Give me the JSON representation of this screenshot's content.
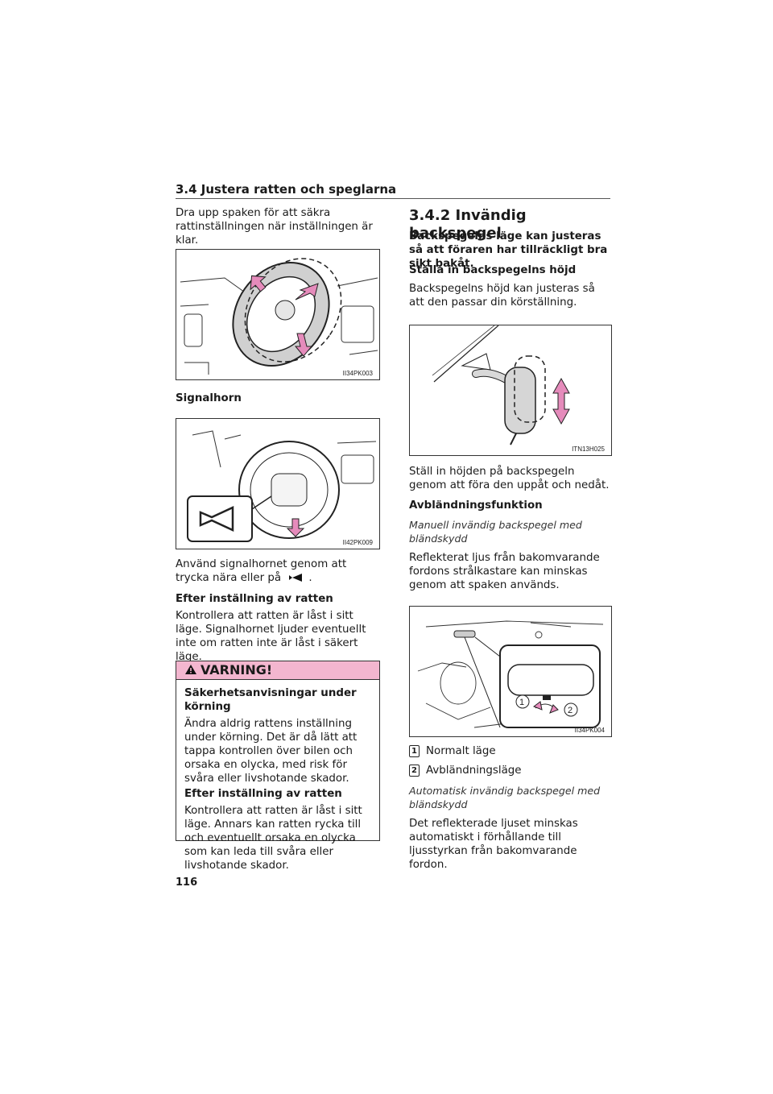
{
  "header": {
    "section_title": "3.4  Justera ratten och speglarna"
  },
  "left": {
    "intro": "Dra upp spaken för att säkra rattinställningen när inställningen är klar.",
    "fig1_code": "II34PK003",
    "horn_heading": "Signalhorn",
    "fig2_code": "II42PK009",
    "horn_text_a": "Använd signalhornet genom att trycka nära eller på",
    "horn_text_b": ".",
    "after_heading": "Efter inställning av ratten",
    "after_text": "Kontrollera att ratten är låst i sitt läge. Signalhornet ljuder eventuellt inte om ratten inte är låst i säkert läge.",
    "warning": {
      "title": "VARNING!",
      "sub1": "Säkerhetsanvisningar under körning",
      "text1": "Ändra aldrig rattens inställning under körning. Det är då lätt att tappa kontrollen över bilen och orsaka en olycka, med risk för svåra eller livshotande skador.",
      "sub2": "Efter inställning av ratten",
      "text2": "Kontrollera att ratten är låst i sitt läge. Annars kan ratten rycka till och eventuellt orsaka en olycka som kan leda till svåra eller livshotande skador."
    }
  },
  "right": {
    "title": "3.4.2  Invändig backspegel",
    "lead": "Backspegelns läge kan justeras så att föraren har tillräckligt bra sikt bakåt.",
    "height_heading": "Ställa in backspegelns höjd",
    "height_text": "Backspegelns höjd kan justeras så att den passar din körställning.",
    "fig3_code": "ITN13H025",
    "height_text2": "Ställ in höjden på backspegeln genom att föra den uppåt och nedåt.",
    "dim_heading": "Avbländningsfunktion",
    "manual_sub": "Manuell invändig backspegel med bländskydd",
    "manual_text": "Reflekterat ljus från bakomvarande fordons strålkastare kan minskas genom att spaken används.",
    "fig4_code": "II34PK004",
    "items": [
      {
        "num": "1",
        "label": "Normalt läge"
      },
      {
        "num": "2",
        "label": "Avbländningsläge"
      }
    ],
    "auto_sub": "Automatisk invändig backspegel med bländskydd",
    "auto_text": "Det reflekterade ljuset minskas automatiskt i förhållande till ljusstyrkan från bakomvarande fordon."
  },
  "page_number": "116",
  "colors": {
    "warning_bar": "#f3b6cf",
    "arrow_pink": "#e58bbb"
  }
}
